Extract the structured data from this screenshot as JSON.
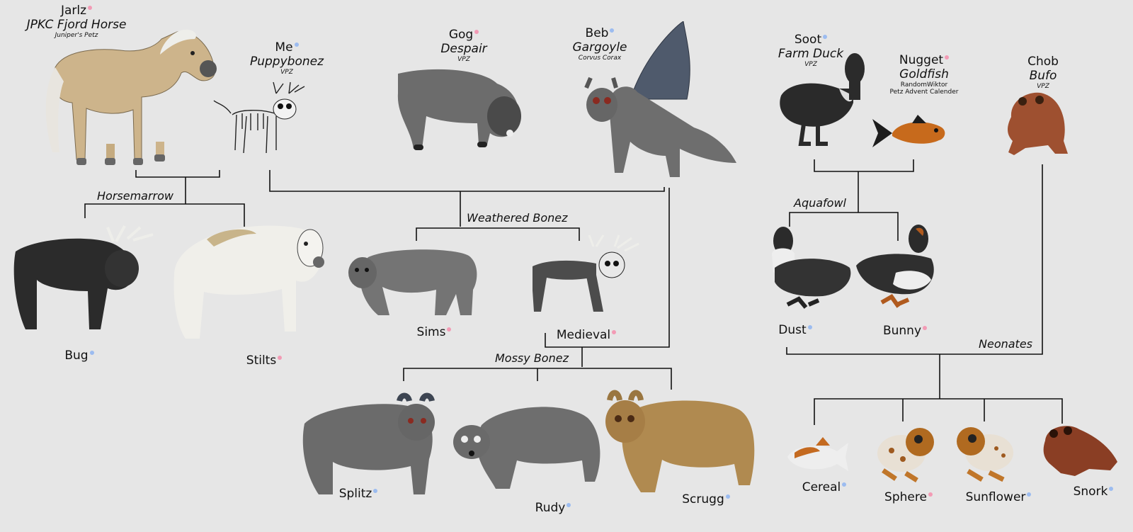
{
  "colors": {
    "female": "#f39bb5",
    "male": "#9cbcf0",
    "line": "#111111",
    "background": "#e6e6e6"
  },
  "pets": {
    "jarlz": {
      "name": "Jarlz",
      "breed": "JPKC Fjord Horse",
      "source": "Juniper's Petz",
      "sex": "female"
    },
    "me": {
      "name": "Me",
      "breed": "Puppybonez",
      "source": "VPZ",
      "sex": "male"
    },
    "gog": {
      "name": "Gog",
      "breed": "Despair",
      "source": "VPZ",
      "sex": "female"
    },
    "beb": {
      "name": "Beb",
      "breed": "Gargoyle",
      "source": "Corvus Corax",
      "sex": "male"
    },
    "soot": {
      "name": "Soot",
      "breed": "Farm Duck",
      "source": "VPZ",
      "sex": "male"
    },
    "nugget": {
      "name": "Nugget",
      "breed": "Goldfish",
      "source": "RandomWiktor",
      "source2": "Petz Advent Calender",
      "sex": "female"
    },
    "chob": {
      "name": "Chob",
      "breed": "Bufo",
      "source": "VPZ",
      "sex": "none"
    },
    "bug": {
      "name": "Bug",
      "sex": "male"
    },
    "stilts": {
      "name": "Stilts",
      "sex": "female"
    },
    "sims": {
      "name": "Sims",
      "sex": "female"
    },
    "medieval": {
      "name": "Medieval",
      "sex": "female"
    },
    "dust": {
      "name": "Dust",
      "sex": "male"
    },
    "bunny": {
      "name": "Bunny",
      "sex": "female"
    },
    "splitz": {
      "name": "Splitz",
      "sex": "male"
    },
    "rudy": {
      "name": "Rudy",
      "sex": "male"
    },
    "scrugg": {
      "name": "Scrugg",
      "sex": "male"
    },
    "cereal": {
      "name": "Cereal",
      "sex": "male"
    },
    "sphere": {
      "name": "Sphere",
      "sex": "female"
    },
    "sunflower": {
      "name": "Sunflower",
      "sex": "male"
    },
    "snork": {
      "name": "Snork",
      "sex": "male"
    }
  },
  "litters": {
    "horsemarrow": "Horsemarrow",
    "weathered_bonez": "Weathered Bonez",
    "mossy_bonez": "Mossy Bonez",
    "aquafowl": "Aquafowl",
    "neonates": "Neonates"
  }
}
